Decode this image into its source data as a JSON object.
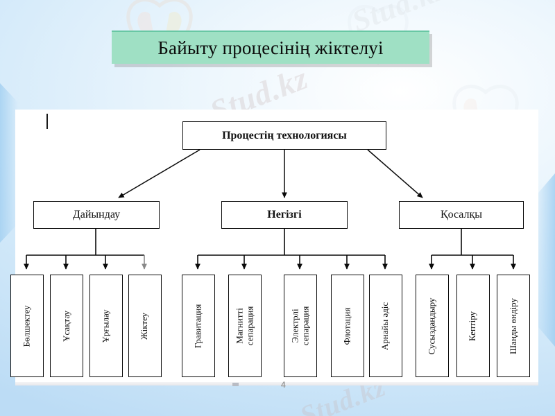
{
  "slide": {
    "title": "Байыту процесінің жіктелуі",
    "page_number": "4",
    "title_bg": "#9fe0c4",
    "panel_bg": "#ffffff",
    "background": "#bcdcf5",
    "watermarks": [
      "Stud.kz",
      "Stud.kz - Stud.kz",
      "Stud.kz - Stud.kz",
      "Stud.kz",
      "Stud.kz",
      "Stud.kz",
      "tud.kz"
    ]
  },
  "diagram": {
    "root": {
      "label": "Процестің технологиясы"
    },
    "branches": [
      {
        "label": "Дайындау",
        "bold": false,
        "leaves": [
          {
            "label": "Бөлшектеу"
          },
          {
            "label": "Ұсақтау"
          },
          {
            "label": "Ұрғылау"
          },
          {
            "label": "Жіктеу"
          }
        ]
      },
      {
        "label": "Негізгі",
        "bold": true,
        "leaves": [
          {
            "label": "Гравитация"
          },
          {
            "label": "Магнитті сепарация"
          },
          {
            "label": "Электрлі сепарация"
          },
          {
            "label": "Флотация"
          },
          {
            "label": "Арнайы әдіс"
          }
        ]
      },
      {
        "label": "Қосалқы",
        "bold": false,
        "leaves": [
          {
            "label": "Сусыздандыру"
          },
          {
            "label": "Кептіру"
          },
          {
            "label": "Шаңды өндіру"
          }
        ]
      }
    ]
  }
}
